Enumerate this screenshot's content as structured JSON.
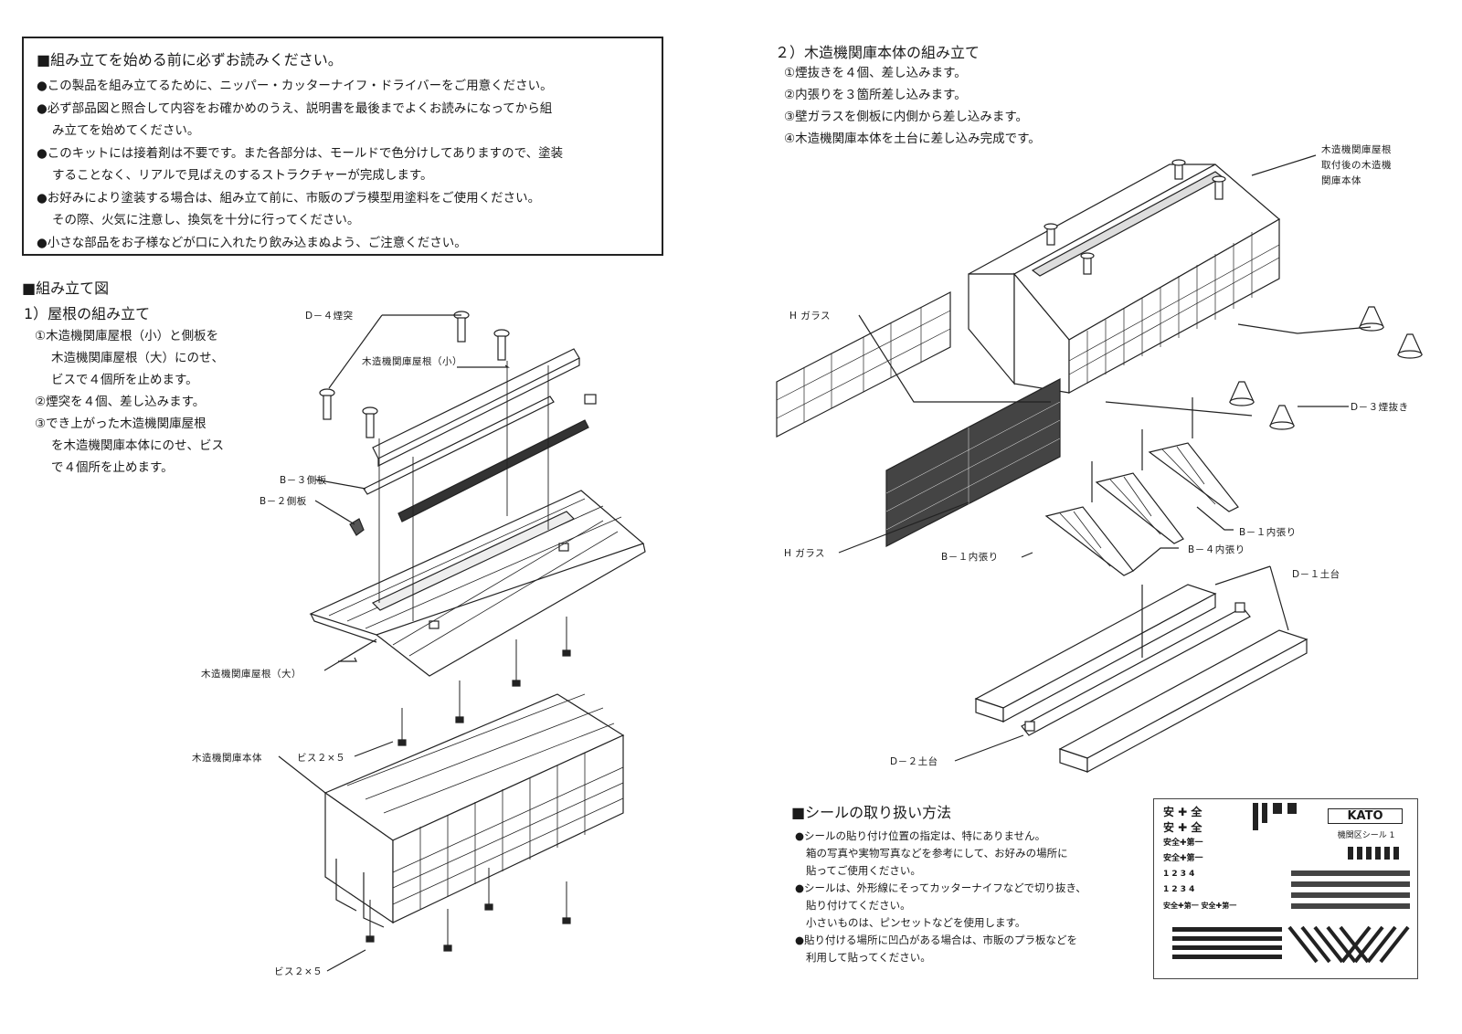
{
  "notice": {
    "title": "■組み立てを始める前に必ずお読みください。",
    "lines": [
      "●この製品を組み立てるために、ニッパー・カッターナイフ・ドライバーをご用意ください。",
      "●必ず部品図と照合して内容をお確かめのうえ、説明書を最後までよくお読みになってから組",
      "み立てを始めてください。",
      "●このキットには接着剤は不要です。また各部分は、モールドで色分けしてありますので、塗装",
      "することなく、リアルで見ばえのするストラクチャーが完成します。",
      "●お好みにより塗装する場合は、組み立て前に、市販のプラ模型用塗料をご使用ください。",
      "その際、火気に注意し、換気を十分に行ってください。",
      "●小さな部品をお子様などが口に入れたり飲み込まぬよう、ご注意ください。"
    ]
  },
  "assembly": {
    "title": "■組み立て図",
    "roof": {
      "heading": "1）屋根の組み立て",
      "steps": [
        "①木造機関庫屋根（小）と側板を",
        "木造機関庫屋根（大）にのせ、",
        "ビスで４個所を止めます。",
        "②煙突を４個、差し込みます。",
        "③でき上がった木造機関庫屋根",
        "を木造機関庫本体にのせ、ビス",
        "で４個所を止めます。"
      ],
      "labels": {
        "chimney": "D－４煙突",
        "roof_small": "木造機関庫屋根（小）",
        "side_b3": "B－３側板",
        "side_b2": "B－２側板",
        "roof_large": "木造機関庫屋根（大）",
        "body": "木造機関庫本体",
        "screw_upper": "ビス２×５",
        "screw_lower": "ビス２×５"
      }
    },
    "body": {
      "heading": "２）木造機関庫本体の組み立て",
      "steps": [
        "①煙抜きを４個、差し込みます。",
        "②内張りを３箇所差し込みます。",
        "③壁ガラスを側板に内側から差し込みます。",
        "④木造機関庫本体を土台に差し込み完成です。"
      ],
      "labels": {
        "finished": [
          "木造機関庫屋根",
          "取付後の木造機",
          "関庫本体"
        ],
        "glass_upper": "H ガラス",
        "glass_lower": "H ガラス",
        "vent": "D－３煙抜き",
        "brace_b1_right": "B－１内張り",
        "brace_b4": "B－４内張り",
        "brace_b1_left": "B－１内張り",
        "base_d1": "D－１土台",
        "base_d2": "D－２土台"
      }
    }
  },
  "seal": {
    "title": "■シールの取り扱い方法",
    "lines": [
      "●シールの貼り付け位置の指定は、特にありません。",
      "箱の写真や実物写真などを参考にして、お好みの場所に",
      "貼ってご使用ください。",
      "●シールは、外形線にそってカッターナイフなどで切り抜き、",
      "貼り付けてください。",
      "小さいものは、ピンセットなどを使用します。",
      "●貼り付ける場所に凹凸がある場合は、市販のプラ板などを",
      "利用して貼ってください。"
    ],
    "sheet": {
      "brand": "KATO",
      "name": "機関区シール 1",
      "rows": [
        "安 ✚ 全",
        "安 ✚ 全",
        "安全✚第一",
        "安全✚第一",
        "1 2 3 4",
        "1 2 3 4",
        "安全✚第一 安全✚第一"
      ]
    }
  }
}
